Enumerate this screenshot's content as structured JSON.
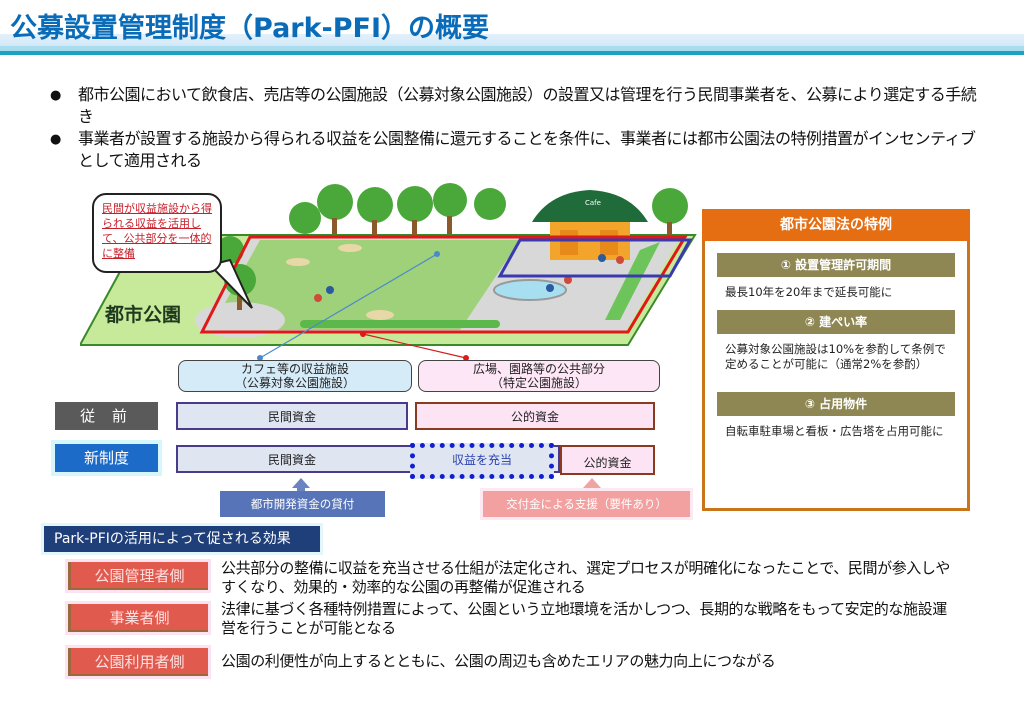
{
  "header": {
    "title": "公募設置管理制度（Park-PFI）の概要"
  },
  "bullets": [
    "都市公園において飲食店、売店等の公園施設（公募対象公園施設）の設置又は管理を行う民間事業者を、公募により選定する手続き",
    "事業者が設置する施設から得られる収益を公園整備に還元することを条件に、事業者には都市公園法の特例措置がインセンティブとして適用される"
  ],
  "illustration": {
    "speech_bubble": "民間が収益施設から得られる収益を活用して、公共部分を一体的に整備",
    "park_label": "都市公園",
    "cafe_sign": "Cafe"
  },
  "facilities": {
    "revenue": {
      "line1": "カフェ等の収益施設",
      "line2": "（公募対象公園施設）"
    },
    "public": {
      "line1": "広場、園路等の公共部分",
      "line2": "（特定公園施設）"
    }
  },
  "funding": {
    "old_label": "従 前",
    "new_label": "新制度",
    "old_private": "民間資金",
    "old_public": "公的資金",
    "new_private": "民間資金",
    "new_revenue": "収益を充当",
    "new_public": "公的資金",
    "loan_support": "都市開発資金の貸付",
    "grant_support": "交付金による支援（要件あり）"
  },
  "special_measures": {
    "title": "都市公園法の特例",
    "items": [
      {
        "heading": "① 設置管理許可期間",
        "text": "最長10年を20年まで延長可能に"
      },
      {
        "heading": "② 建ぺい率",
        "text": "公募対象公園施設は10%を参酌して条例で定めることが可能に（通常2%を参酌）"
      },
      {
        "heading": "③ 占用物件",
        "text": "自転車駐車場と看板・広告塔を占用可能に"
      }
    ]
  },
  "effects": {
    "title": "Park-PFIの活用によって促される効果",
    "rows": [
      {
        "tag": "公園管理者側",
        "text": "公共部分の整備に収益を充当させる仕組が法定化され、選定プロセスが明確化になったことで、民間が参入しやすくなり、効果的・効率的な公園の再整備が促進される"
      },
      {
        "tag": "事業者側",
        "text": "法律に基づく各種特例措置によって、公園という立地環境を活かしつつ、長期的な戦略をもって安定的な施設運営を行うことが可能となる"
      },
      {
        "tag": "公園利用者側",
        "text": "公園の利便性が向上するとともに、公園の周辺も含めたエリアの魅力向上につながる"
      }
    ]
  },
  "colors": {
    "title_blue": "#0a6cb8",
    "header_line": "#1ca3c2",
    "panel_orange": "#e56d12",
    "panel_sub": "#8f8753",
    "effects_navy": "#1f3f7a",
    "effects_tag": "#e05a4e",
    "red_boundary": "#e01818",
    "blue_boundary": "#3a3ab0"
  }
}
